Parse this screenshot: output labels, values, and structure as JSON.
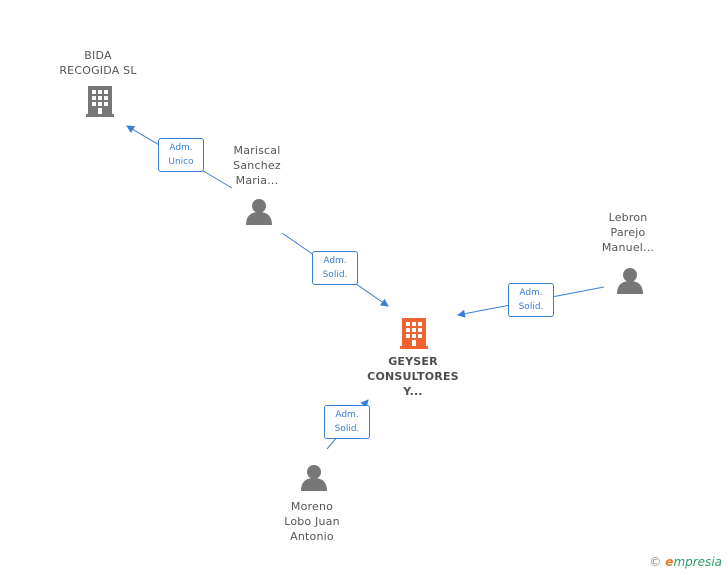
{
  "nodes": {
    "bida": {
      "lines": [
        "BIDA",
        "RECOGIDA SL"
      ],
      "kind": "company"
    },
    "mariscal": {
      "lines": [
        "Mariscal",
        "Sanchez",
        "Maria..."
      ],
      "kind": "person"
    },
    "lebron": {
      "lines": [
        "Lebron",
        "Parejo",
        "Manuel..."
      ],
      "kind": "person"
    },
    "geyser": {
      "lines": [
        "GEYSER",
        "CONSULTORES",
        "Y..."
      ],
      "kind": "company-main"
    },
    "moreno": {
      "lines": [
        "Moreno",
        "Lobo Juan",
        "Antonio"
      ],
      "kind": "person"
    }
  },
  "edges": {
    "mariscal_bida": [
      "Adm.",
      "Unico"
    ],
    "mariscal_geyser": [
      "Adm.",
      "Solid."
    ],
    "lebron_geyser": [
      "Adm.",
      "Solid."
    ],
    "moreno_geyser": [
      "Adm.",
      "Solid."
    ]
  },
  "colors": {
    "edge": "#3a7fd5",
    "company": "#777777",
    "company_main": "#f0622f",
    "person": "#777777"
  },
  "brand": {
    "copyright": "©",
    "e": "e",
    "rest": "mpresia"
  }
}
